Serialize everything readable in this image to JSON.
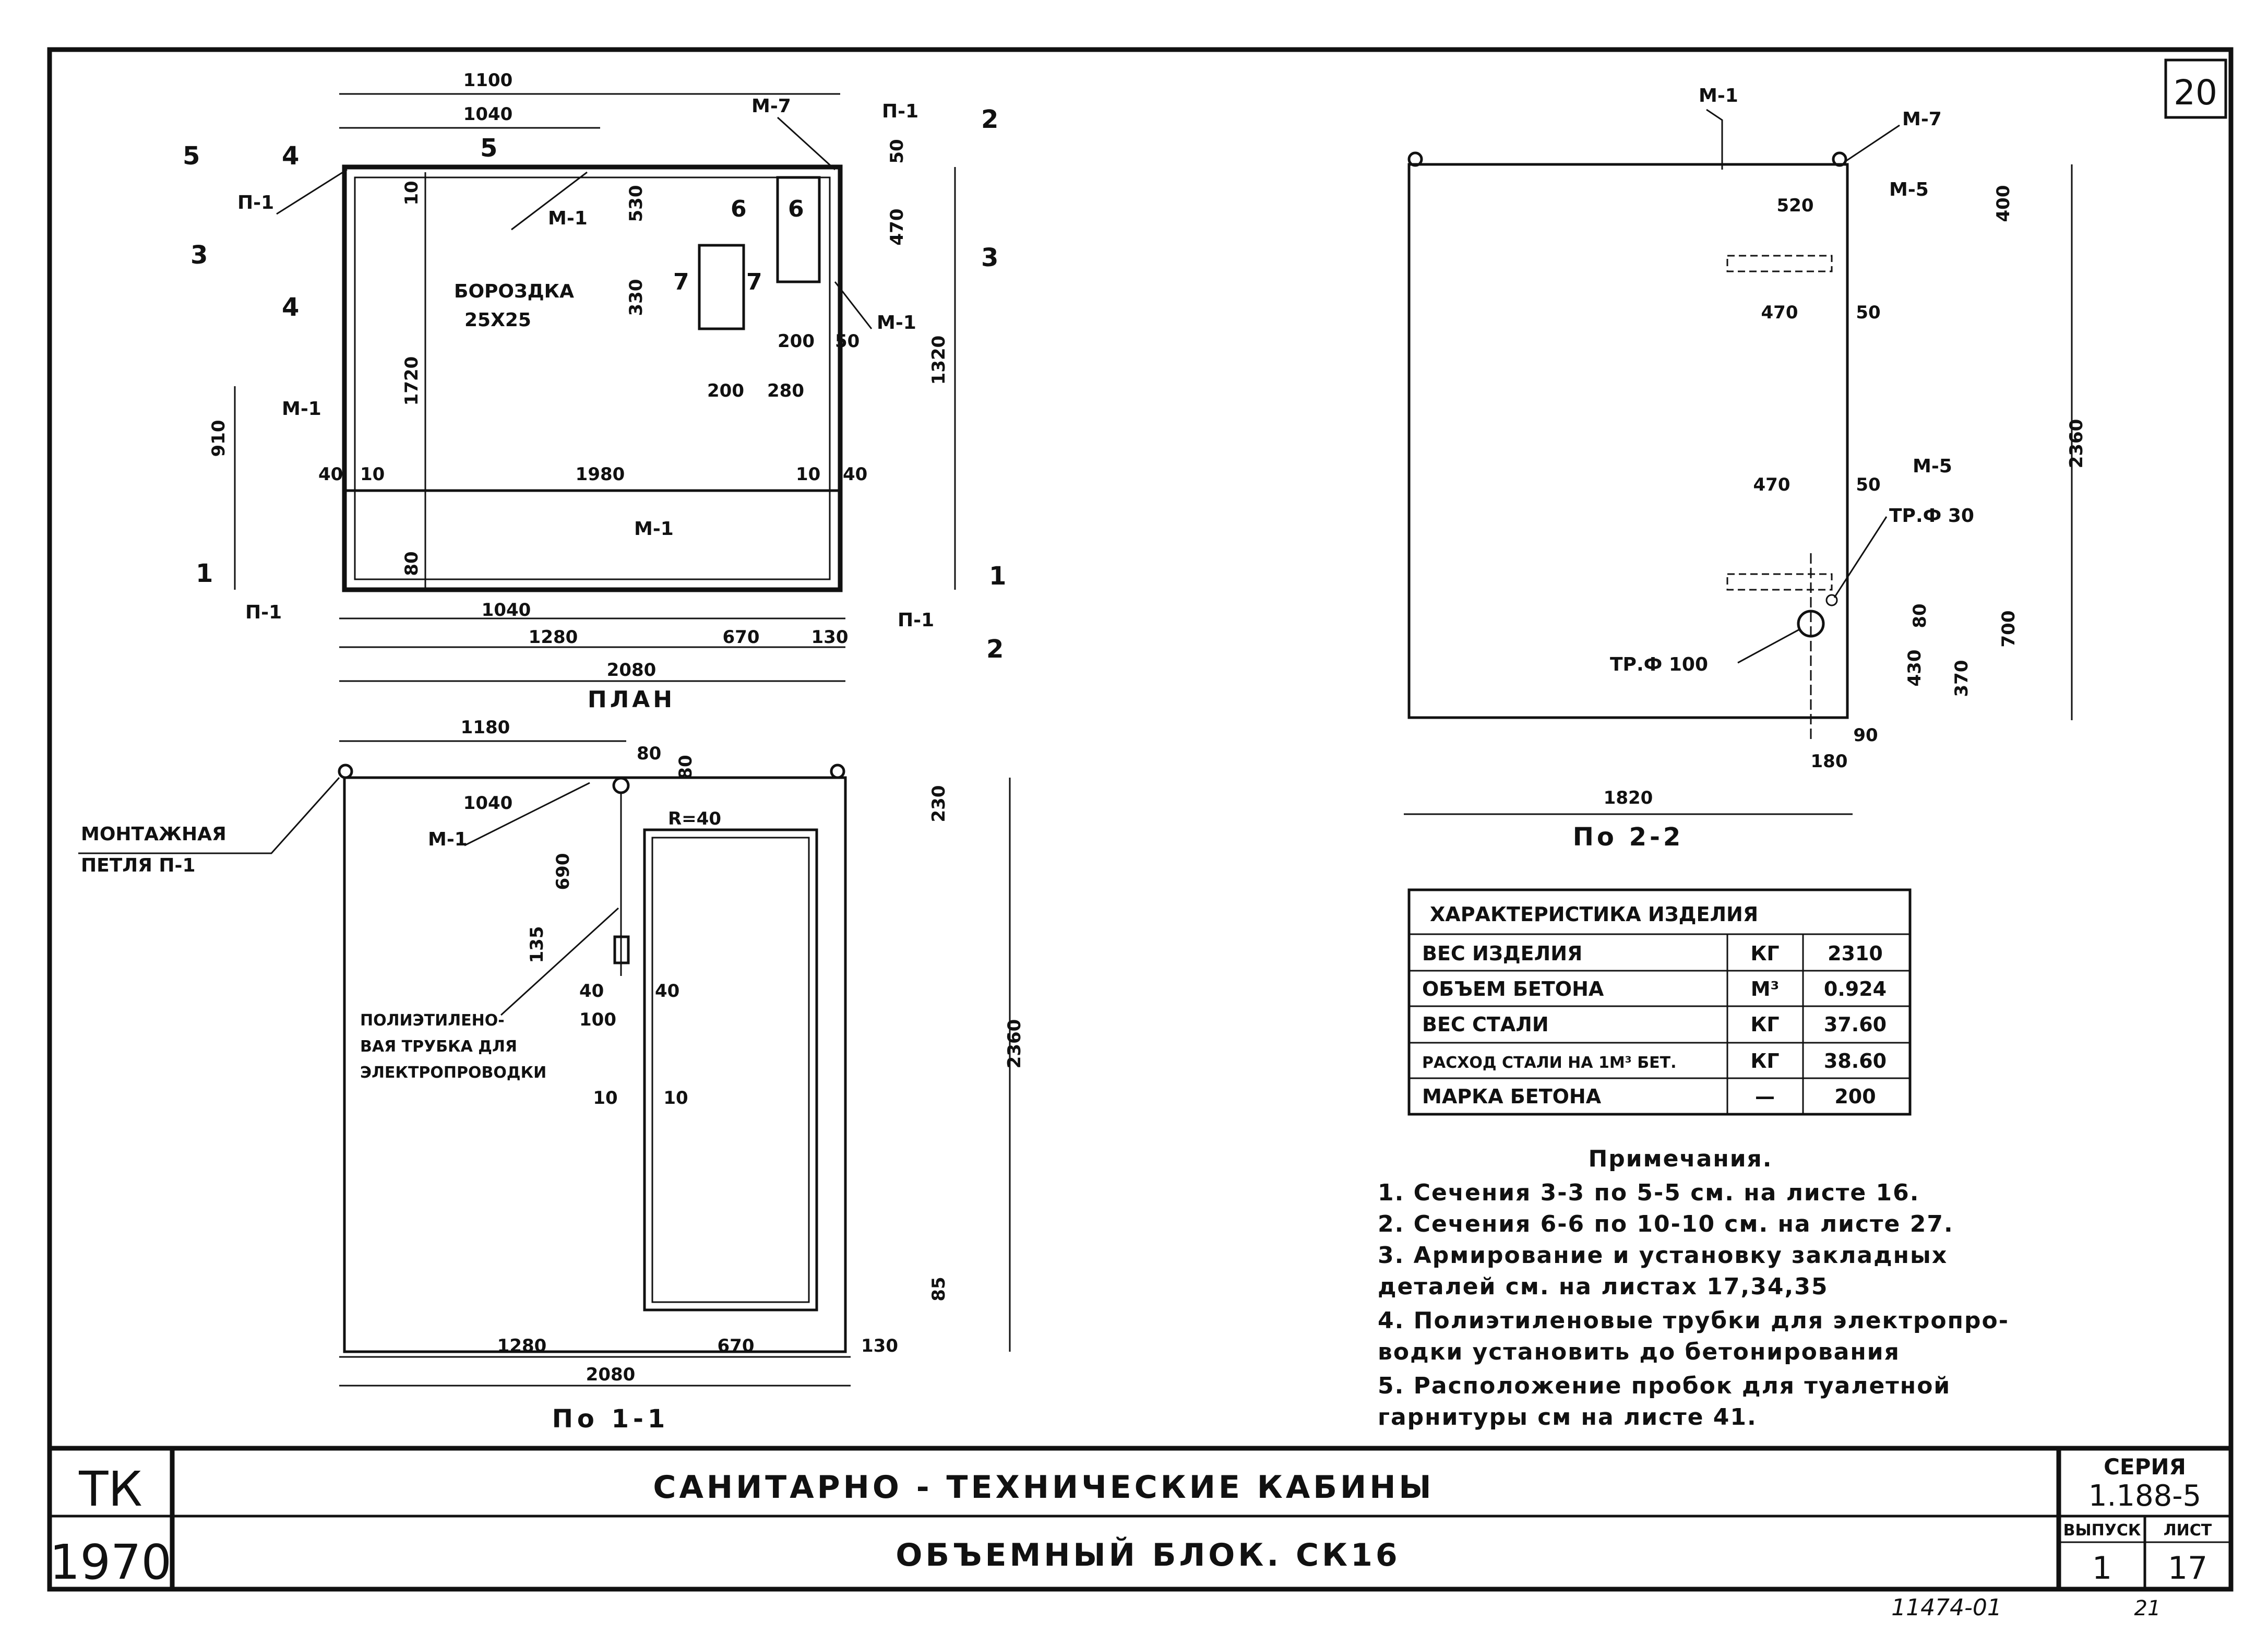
{
  "sheet_number": "20",
  "plan": {
    "title": "ПЛАН",
    "dims_top": [
      "1100",
      "1040"
    ],
    "dims_bottom": [
      "1040",
      "1280",
      "670",
      "130",
      "2080"
    ],
    "dims_inner": [
      "40",
      "10",
      "1980",
      "10",
      "40",
      "1720",
      "80",
      "10",
      "530",
      "330",
      "200",
      "50",
      "200",
      "280",
      "470",
      "50",
      "1320",
      "910"
    ],
    "labels": [
      "М-7",
      "П-1",
      "П-1",
      "П-1",
      "П-1",
      "М-1",
      "М-1",
      "М-1",
      "М-1"
    ],
    "groove": [
      "БОРОЗДКА",
      "25Х25"
    ],
    "section_marks": [
      "5",
      "4",
      "5",
      "3",
      "4",
      "2",
      "3",
      "1",
      "1",
      "2",
      "6",
      "6",
      "7",
      "7"
    ]
  },
  "section11": {
    "title": "По 1-1",
    "loop": [
      "МОНТАЖНАЯ",
      "ПЕТЛЯ П-1"
    ],
    "tube": [
      "ПОЛИЭТИЛЕНО-",
      "ВАЯ ТРУБКА ДЛЯ",
      "ЭЛЕКТРОПРОВОДКИ"
    ],
    "dims": [
      "1180",
      "80",
      "80",
      "1040",
      "R=40",
      "М-1",
      "690",
      "135",
      "40",
      "40",
      "100",
      "10",
      "10",
      "230",
      "2360",
      "85",
      "1280",
      "670",
      "130",
      "2080"
    ]
  },
  "section22": {
    "title": "По 2-2",
    "labels": [
      "М-1",
      "М-7",
      "М-5",
      "М-5",
      "ТР.Ф 30",
      "ТР.Ф 100"
    ],
    "dims": [
      "520",
      "400",
      "470",
      "50",
      "2360",
      "470",
      "50",
      "80",
      "700",
      "430",
      "370",
      "90",
      "180",
      "1820"
    ]
  },
  "spec_table": {
    "header": "ХАРАКТЕРИСТИКА ИЗДЕЛИЯ",
    "rows": [
      [
        "ВЕС ИЗДЕЛИЯ",
        "КГ",
        "2310"
      ],
      [
        "ОБЪЕМ БЕТОНА",
        "М³",
        "0.924"
      ],
      [
        "ВЕС СТАЛИ",
        "КГ",
        "37.60"
      ],
      [
        "РАСХОД СТАЛИ НА 1М³ БЕТ.",
        "КГ",
        "38.60"
      ],
      [
        "МАРКА БЕТОНА",
        "—",
        "200"
      ]
    ]
  },
  "notes": {
    "title": "Примечания.",
    "items": [
      "1. Сечения 3-3 по 5-5 см. на листе 16.",
      "2. Сечения 6-6 по 10-10 см. на листе 27.",
      "3. Армирование и установку закладных",
      "   деталей см. на листах 17,34,35",
      "4. Полиэтиленовые трубки для электропро-",
      "   водки установить до бетонирования",
      "5. Расположение пробок для туалетной",
      "   гарнитуры см на листе 41."
    ]
  },
  "title_block": {
    "code": "ТК",
    "year": "1970",
    "title": "САНИТАРНО - ТЕХНИЧЕСКИЕ КАБИНЫ",
    "subtitle": "ОБЪЕМНЫЙ БЛОК. СК16",
    "series_label": "СЕРИЯ",
    "series": "1.188-5",
    "issue_label": "ВЫПУСК",
    "issue": "1",
    "sheet_label": "ЛИСТ",
    "sheet": "17"
  },
  "footer": {
    "stamp": "11474-01",
    "page": "21"
  }
}
